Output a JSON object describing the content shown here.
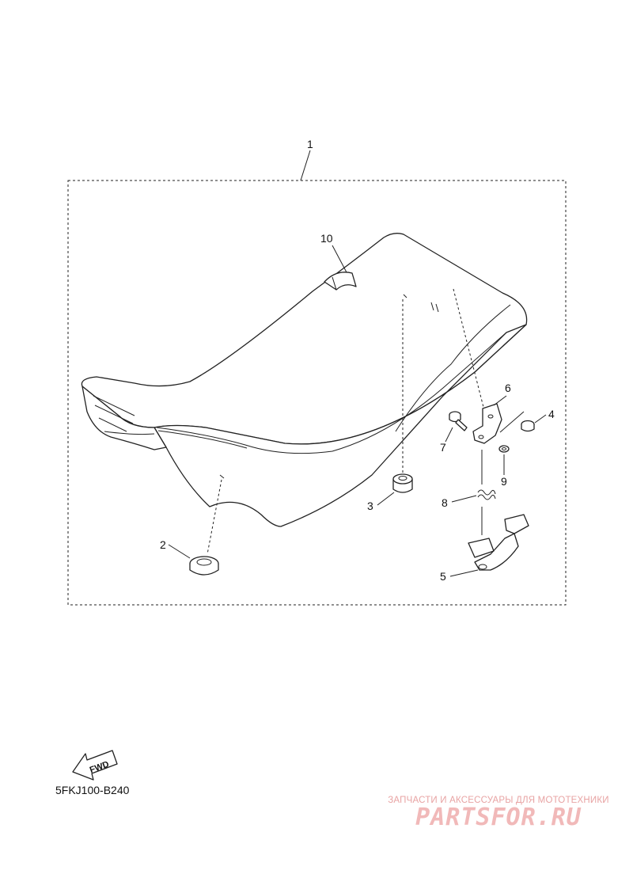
{
  "diagram": {
    "code": "5FKJ100-B240",
    "fwd_label": "FWD",
    "callouts": [
      {
        "id": "1",
        "label": "1"
      },
      {
        "id": "2",
        "label": "2"
      },
      {
        "id": "3",
        "label": "3"
      },
      {
        "id": "4",
        "label": "4"
      },
      {
        "id": "5",
        "label": "5"
      },
      {
        "id": "6",
        "label": "6"
      },
      {
        "id": "7",
        "label": "7"
      },
      {
        "id": "8",
        "label": "8"
      },
      {
        "id": "9",
        "label": "9"
      },
      {
        "id": "10",
        "label": "10"
      }
    ]
  },
  "watermark": {
    "tagline": "ЗАПЧАСТИ И АКСЕССУАРЫ ДЛЯ МОТОТЕХНИКИ",
    "brand": "PARTSFOR.RU",
    "color": "#f1b9b9"
  }
}
